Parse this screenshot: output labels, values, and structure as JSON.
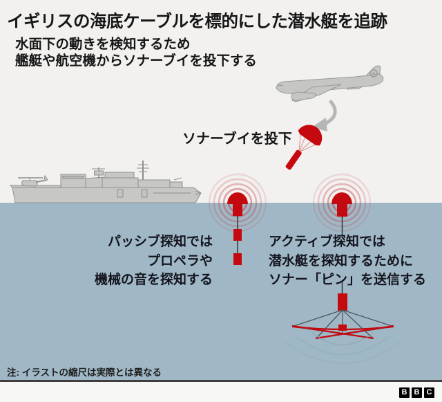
{
  "header": {
    "title": "イギリスの海底ケーブルを標的にした潜水艇を追跡",
    "subtitle_lines": [
      "水面下の動きを検知するため",
      "艦艇や航空機からソナーブイを投下する"
    ]
  },
  "annotations": {
    "drop_label": "ソナーブイを投下",
    "passive_lines": [
      "パッシブ探知では",
      "プロペラや",
      "機械の音を探知する"
    ],
    "active_lines": [
      "アクティブ探知では",
      "潜水艇を探知するために",
      "ソナー「ピン」を送信する"
    ]
  },
  "footnote": "注: イラストの縮尺は実際とは異なる",
  "logo": {
    "name": "BBC",
    "letters": [
      "B",
      "B",
      "C"
    ]
  },
  "illustrations": [
    "patrol-aircraft",
    "drop-arrow",
    "parachute-sonobuoy",
    "warship-with-helicopter",
    "passive-sonobuoy-with-hydrophones",
    "active-sonobuoy-with-sonar-web",
    "sonar-ripples",
    "sonar-ping-arcs"
  ],
  "colors": {
    "accent_red": "#c40a0f",
    "ripple_red": "#c5323a",
    "sky": "#f2f1ef",
    "water": "#a0b8c6",
    "illustration_gray": "#c6c7c5",
    "text": "#161616",
    "divider": "#3f3f3f",
    "footer_bg": "#f7f7f6",
    "logo_bg": "#000000"
  }
}
